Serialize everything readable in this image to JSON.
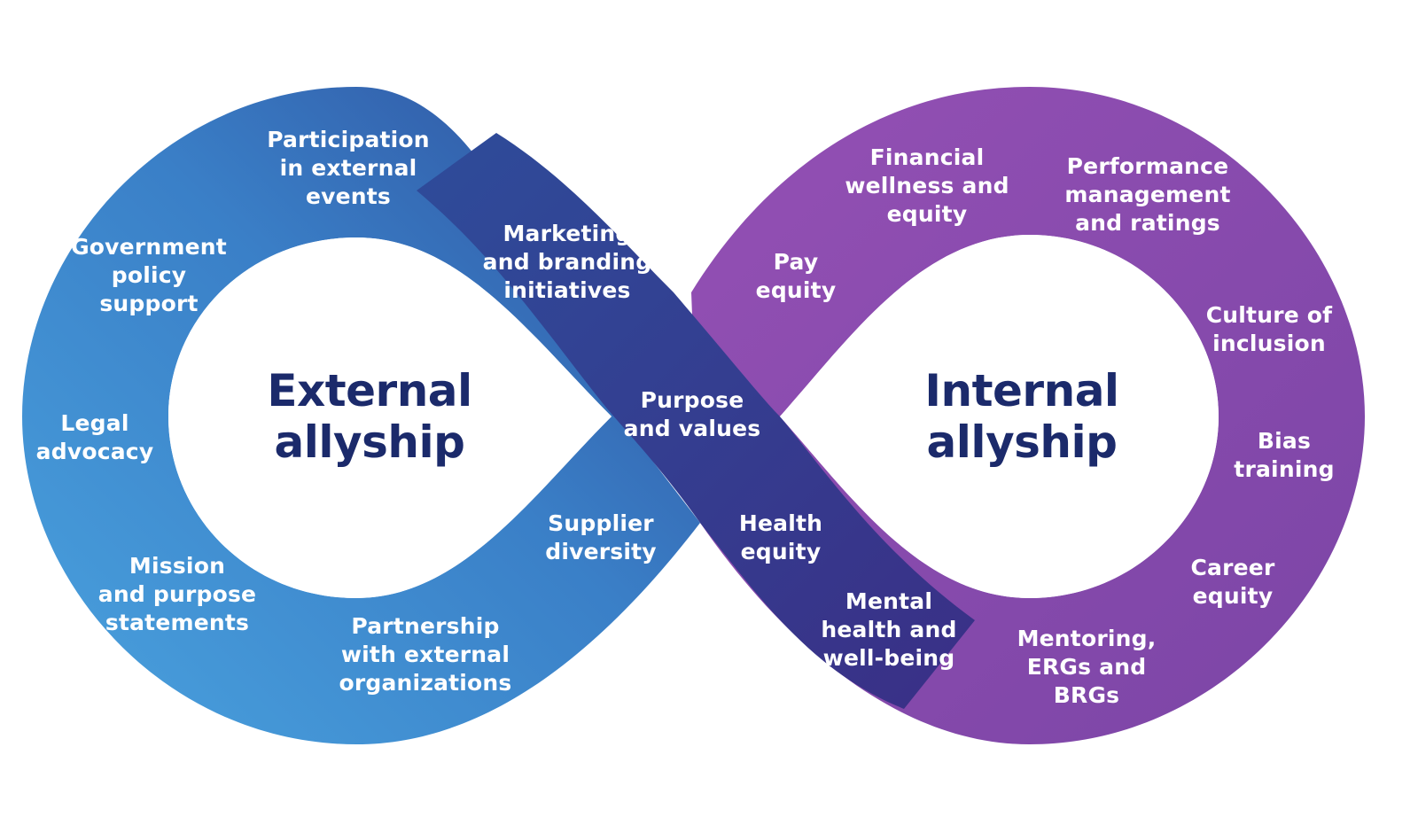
{
  "diagram": {
    "colors": {
      "external_light": "#4aa3df",
      "external_mid": "#3a7fc7",
      "external_dark": "#2e4c9a",
      "crossing": "#3a2f86",
      "internal_light": "#9450b4",
      "internal_mid": "#7b45a6",
      "title_text": "#1b2a6b"
    },
    "left_title": "External\nallyship",
    "right_title": "Internal\nallyship",
    "center_label": "Purpose\nand values",
    "external_items": [
      "Participation\nin external\nevents",
      "Government\npolicy\nsupport",
      "Marketing\nand branding\ninitiatives",
      "Legal\nadvocacy",
      "Supplier\ndiversity",
      "Mission\nand purpose\nstatements",
      "Partnership\nwith external\norganizations"
    ],
    "internal_items": [
      "Financial\nwellness and\nequity",
      "Performance\nmanagement\nand ratings",
      "Pay\nequity",
      "Culture of\ninclusion",
      "Bias\ntraining",
      "Health\nequity",
      "Career\nequity",
      "Mental\nhealth and\nwell-being",
      "Mentoring,\nERGs and\nBRGs"
    ]
  }
}
